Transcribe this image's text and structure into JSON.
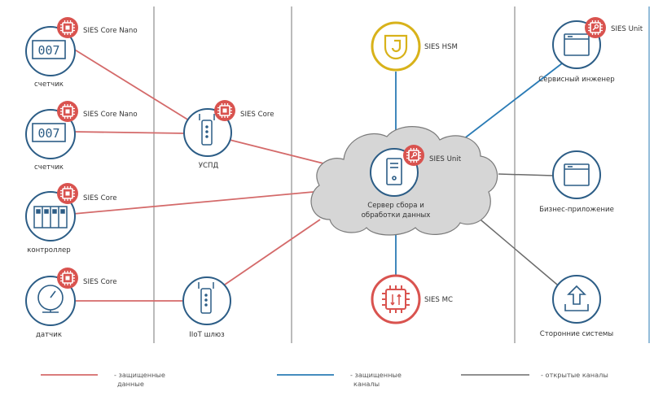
{
  "colors": {
    "red_link": "#d46a6a",
    "blue_link": "#2a7bb5",
    "gray_link": "#6b6b6b",
    "node_outline": "#2c5d86",
    "chip_red": "#d9534f",
    "hsm_gold": "#d8b21a",
    "divider": "#777777",
    "cloud_fill": "#d6d6d6"
  },
  "nodes": {
    "meter1": {
      "label": "счетчик",
      "badge": "SIES Core Nano",
      "icon": "meter-digits-icon",
      "digits": "007"
    },
    "meter2": {
      "label": "счетчик",
      "badge": "SIES Core Nano",
      "icon": "meter-digits-icon",
      "digits": "007"
    },
    "controller": {
      "label": "контроллер",
      "badge": "SIES Core",
      "icon": "controller-icon"
    },
    "sensor": {
      "label": "датчик",
      "badge": "SIES Core",
      "icon": "gauge-icon"
    },
    "uspd": {
      "label": "УСПД",
      "badge": "SIES Core",
      "icon": "router-icon"
    },
    "iot_gateway": {
      "label": "IIoT шлюз",
      "icon": "router-icon"
    },
    "hsm": {
      "label": "SIES HSM",
      "icon": "hsm-icon"
    },
    "server": {
      "label_line1": "Сервер сбора и",
      "label_line2": "обработки данных",
      "badge": "SIES Unit",
      "icon": "server-icon"
    },
    "mc": {
      "label": "SIES MC",
      "icon": "chip-icon"
    },
    "service_engineer": {
      "label": "Сервисный инженер",
      "badge": "SIES Unit",
      "icon": "app-window-icon"
    },
    "business_app": {
      "label": "Бизнес-приложение",
      "icon": "app-window-icon"
    },
    "third_party": {
      "label": "Сторонние системы",
      "icon": "upload-icon"
    }
  },
  "legend": {
    "protected_data_line1": "- защищенные",
    "protected_data_line2": "данные",
    "protected_channels_line1": "- защищенные",
    "protected_channels_line2": "каналы",
    "open_channels": "- открытые каналы"
  }
}
